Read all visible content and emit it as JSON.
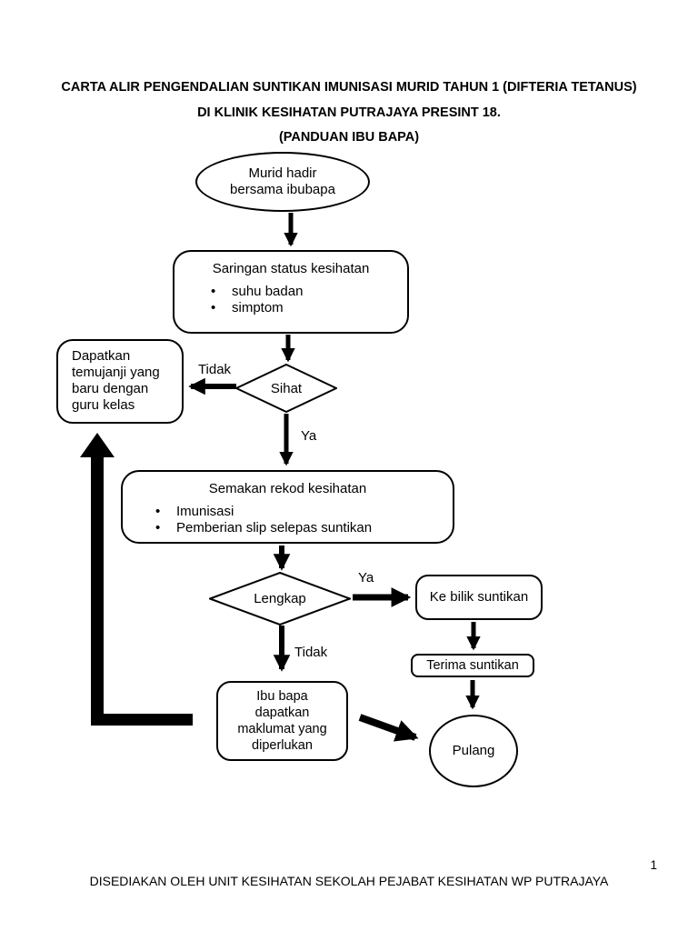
{
  "header": {
    "line1": "CARTA ALIR PENGENDALIAN SUNTIKAN IMUNISASI MURID TAHUN 1 (DIFTERIA TETANUS)",
    "line2": "DI KLINIK KESIHATAN PUTRAJAYA PRESINT 18.",
    "line3": "(PANDUAN IBU BAPA)"
  },
  "icons": {
    "bullet": "•"
  },
  "colors": {
    "ink": "#000000",
    "paper": "#ffffff"
  },
  "nodes": {
    "start": {
      "shape": "ellipse",
      "text": "Murid hadir\nbersama ibubapa"
    },
    "saringan": {
      "shape": "rounded-box",
      "title": "Saringan status kesihatan",
      "bullets": [
        "suhu badan",
        "simptom"
      ]
    },
    "sihat": {
      "shape": "diamond",
      "text": "Sihat"
    },
    "temujanji": {
      "shape": "rounded-box",
      "text": "Dapatkan\ntemujanji yang\nbaru dengan\nguru kelas"
    },
    "semakan": {
      "shape": "rounded-box",
      "title": "Semakan rekod kesihatan",
      "bullets": [
        "Imunisasi",
        "Pemberian slip selepas suntikan"
      ]
    },
    "lengkap": {
      "shape": "diamond",
      "text": "Lengkap"
    },
    "kebilik": {
      "shape": "rounded-box",
      "text": "Ke bilik suntikan"
    },
    "terima": {
      "shape": "rounded-box",
      "text": "Terima suntikan"
    },
    "pulang": {
      "shape": "ellipse",
      "text": "Pulang"
    },
    "ibubapa": {
      "shape": "rounded-box",
      "text": "Ibu bapa\ndapatkan\nmaklumat yang\ndiperlukan"
    }
  },
  "labels": {
    "tidak1": "Tidak",
    "ya1": "Ya",
    "ya2": "Ya",
    "tidak2": "Tidak"
  },
  "edges": [
    {
      "from": "start",
      "to": "saringan"
    },
    {
      "from": "saringan",
      "to": "sihat"
    },
    {
      "from": "sihat",
      "to": "temujanji",
      "label": "Tidak"
    },
    {
      "from": "sihat",
      "to": "semakan",
      "label": "Ya"
    },
    {
      "from": "semakan",
      "to": "lengkap"
    },
    {
      "from": "lengkap",
      "to": "kebilik",
      "label": "Ya"
    },
    {
      "from": "kebilik",
      "to": "terima"
    },
    {
      "from": "terima",
      "to": "pulang"
    },
    {
      "from": "lengkap",
      "to": "ibubapa",
      "label": "Tidak"
    },
    {
      "from": "ibubapa",
      "to": "pulang"
    },
    {
      "from": "ibubapa",
      "to": "temujanji"
    }
  ],
  "footer": {
    "text": "DISEDIAKAN OLEH UNIT KESIHATAN SEKOLAH PEJABAT KESIHATAN WP PUTRAJAYA",
    "page_number": "1"
  }
}
